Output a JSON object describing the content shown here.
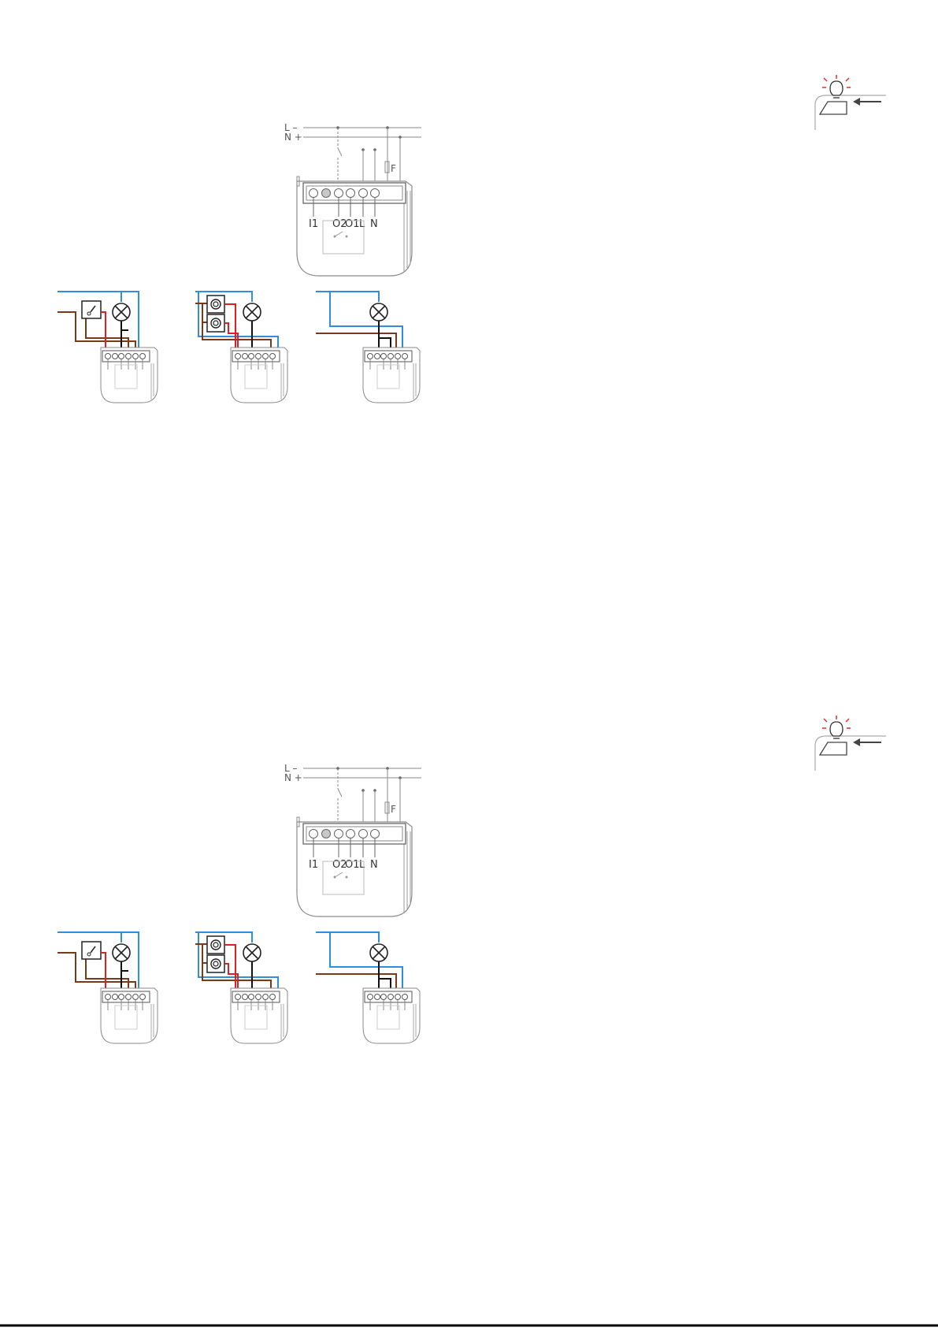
{
  "diagram": {
    "terminals": [
      "I1",
      "O2",
      "O1",
      "L",
      "N"
    ],
    "supply_lines": [
      "L –",
      "N +"
    ],
    "fuse_label": "F",
    "colors": {
      "neutral_wire": "#2f8fdc",
      "live_wire": "#7a3a1a",
      "switched_wire": "#e02020",
      "load_wire": "#111111",
      "outline": "#8a8a8a",
      "indicator_red": "#e03030",
      "bottom_rule": "#000000"
    },
    "icons": [
      "light-bulb-icon",
      "arrow-left-icon",
      "switch-icon",
      "lamp-icon",
      "push-button-icon"
    ],
    "wiring_variants": [
      "toggle-switch",
      "push-buttons",
      "no-switch"
    ]
  }
}
